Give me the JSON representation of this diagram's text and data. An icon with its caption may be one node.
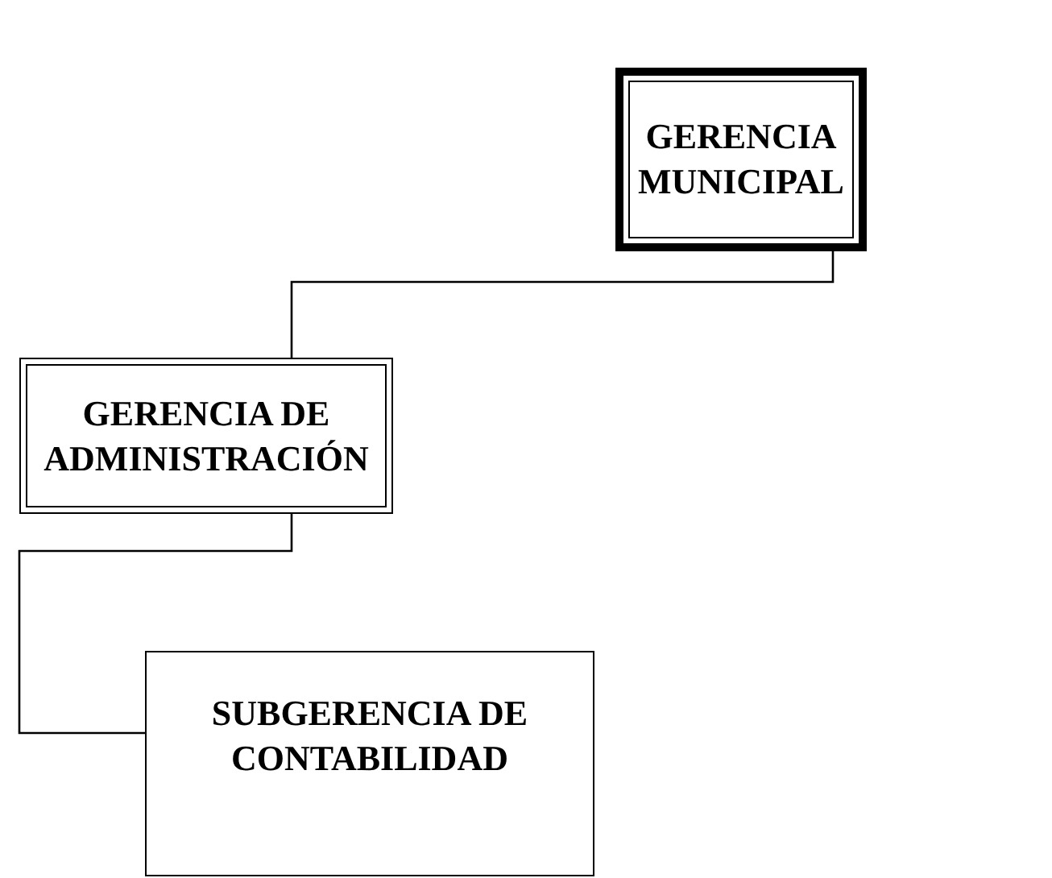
{
  "diagram": {
    "nodes": [
      {
        "text": [
          "GERENCIA MUNICIPAL"
        ]
      },
      {
        "text": [
          "GERENCIA DE ADMINISTRACIÓN"
        ]
      },
      {
        "text": [
          "SUBGERENCIA DE CONTABILIDAD"
        ]
      }
    ],
    "edges": [
      {
        "from": 0,
        "to": 1,
        "arrow": "none"
      },
      {
        "from": 1,
        "to": 2,
        "arrow": "none"
      }
    ]
  }
}
